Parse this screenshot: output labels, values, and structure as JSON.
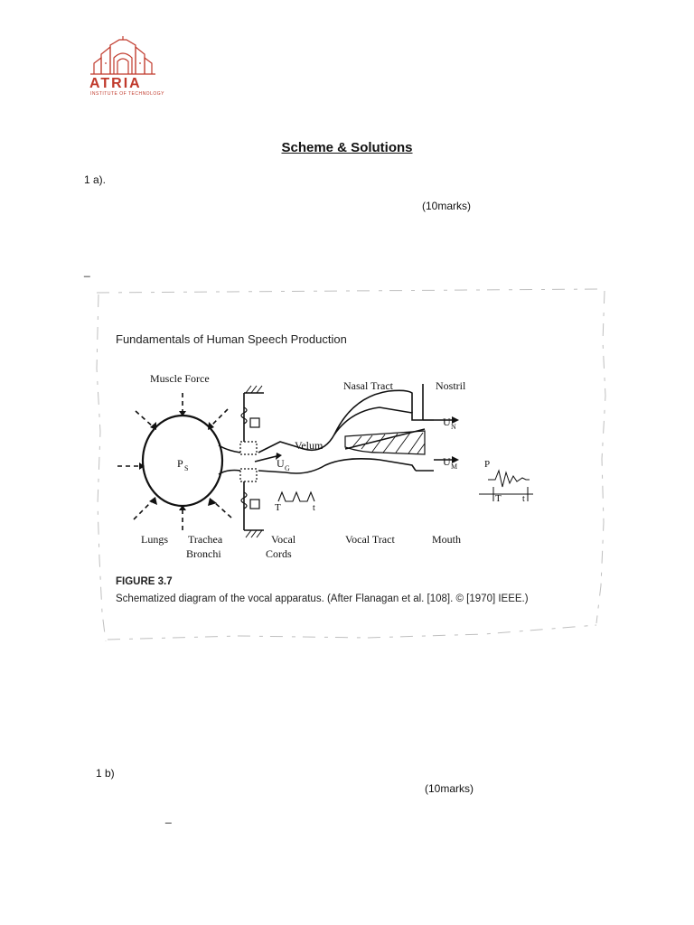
{
  "header": {
    "logo_text": "ATRIA",
    "logo_subtext": "INSTITUTE OF TECHNOLOGY"
  },
  "title": "Scheme & Solutions",
  "q1a": {
    "label": "1 a).",
    "marks": "(10marks)",
    "dash": "_"
  },
  "figure": {
    "heading": "Fundamentals of Human Speech Production",
    "number": "FIGURE 3.7",
    "caption": "Schematized diagram of the vocal apparatus. (After Flanagan et al. [108]. © [1970] IEEE.)",
    "labels": {
      "muscle_force": "Muscle Force",
      "nasal_tract": "Nasal Tract",
      "nostril": "Nostril",
      "ps": "P",
      "ps_sub": "S",
      "velum": "Velum",
      "ug": "U",
      "ug_sub": "G",
      "un": "U",
      "un_sub": "N",
      "um": "U",
      "um_sub": "M",
      "p": "P",
      "t1": "T",
      "t_small1": "t",
      "t2": "T",
      "t_small2": "t",
      "lungs": "Lungs",
      "trachea": "Trachea",
      "bronchi": "Bronchi",
      "vocal": "Vocal",
      "cords": "Cords",
      "vocal_tract": "Vocal Tract",
      "mouth": "Mouth"
    }
  },
  "q1b": {
    "label": "1   b)",
    "marks": "(10marks)",
    "dash": "_"
  }
}
